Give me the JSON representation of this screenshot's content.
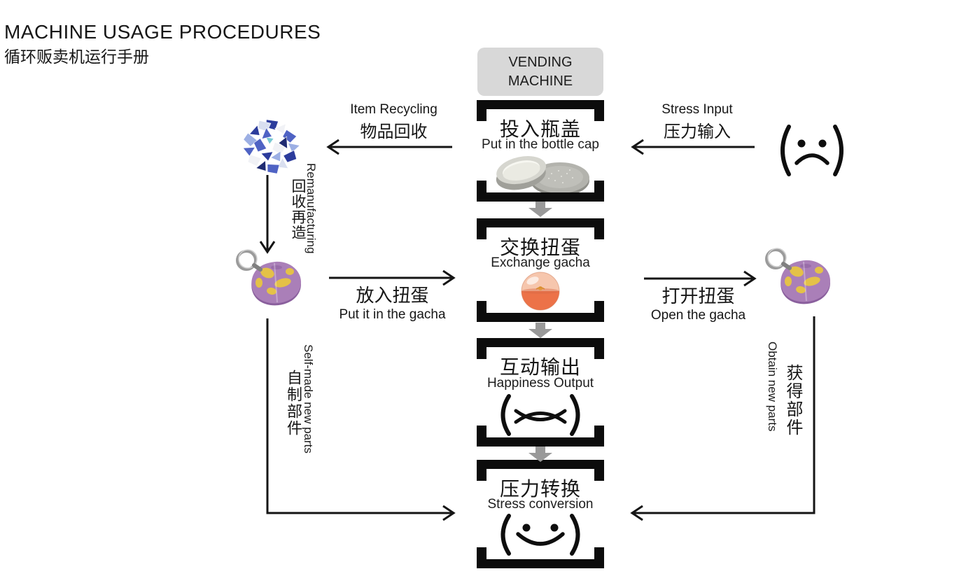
{
  "title": {
    "en": "MACHINE USAGE PROCEDURES",
    "zh": "循环贩卖机运行手册"
  },
  "vending_machine": {
    "line1": "VENDING",
    "line2": "MACHINE"
  },
  "steps": [
    {
      "zh": "投入瓶盖",
      "en": "Put in the bottle cap"
    },
    {
      "zh": "交换扭蛋",
      "en": "Exchange gacha"
    },
    {
      "zh": "互动输出",
      "en": "Happiness Output"
    },
    {
      "zh": "压力转换",
      "en": "Stress conversion"
    }
  ],
  "labels": {
    "item_recycling": {
      "en": "Item Recycling",
      "zh": "物品回收"
    },
    "stress_input": {
      "en": "Stress Input",
      "zh": "压力输入"
    },
    "remanufacturing": {
      "en": "Remanufacturing",
      "zh": "回收再造"
    },
    "put_in_gacha": {
      "zh": "放入扭蛋",
      "en": "Put it in the gacha"
    },
    "open_gacha": {
      "zh": "打开扭蛋",
      "en": "Open the gacha"
    },
    "self_made_parts": {
      "en": "Self-made new parts",
      "zh": "自制部件"
    },
    "obtain_parts": {
      "en": "Obtain new parts",
      "zh": "获得部件"
    }
  },
  "icons": {
    "sad_face": "sad-face-emoticon",
    "squint_face": "squint-smile-emoticon",
    "smile_face": "smile-face-emoticon",
    "bottle_caps": "bottle-caps-photo",
    "gacha_capsule": "gacha-capsule-photo",
    "plastic_shreds": "recycled-plastic-shreds-photo",
    "keychain": "marbled-keychain-photo",
    "flow_arrow": "flow-down-arrow"
  },
  "colors": {
    "frame_black": "#0c0c0c",
    "machine_box_gray": "#d8d8d8",
    "flow_arrow_gray": "#999999",
    "capsule_orange": "#ec7248",
    "keychain_purple": "#aa7fb8",
    "keychain_yellow": "#e4c148",
    "shred_blue": "#2c3c9c",
    "text_black": "#1a1a1a"
  }
}
